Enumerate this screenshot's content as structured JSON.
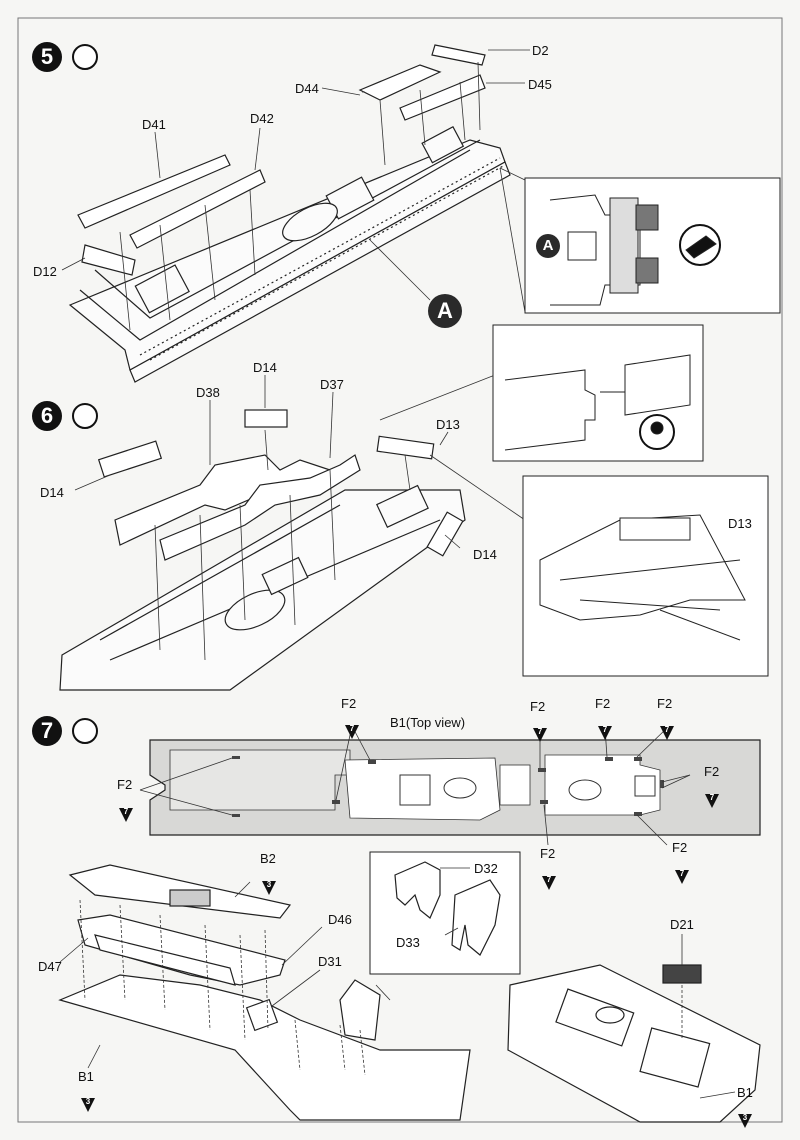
{
  "steps": [
    {
      "number": "5"
    },
    {
      "number": "6"
    },
    {
      "number": "7"
    }
  ],
  "labels": {
    "d2": "D2",
    "d44": "D44",
    "d45": "D45",
    "d41": "D41",
    "d42": "D42",
    "d12": "D12",
    "d14a": "D14",
    "d38": "D38",
    "d37": "D37",
    "d13a": "D13",
    "d14b": "D14",
    "d14c": "D14",
    "d13b": "D13",
    "b1_top_view": "B1(Top view)",
    "f2": "F2",
    "b2": "B2",
    "d46": "D46",
    "d47": "D47",
    "d31": "D31",
    "b1": "B1",
    "d32": "D32",
    "d33": "D33",
    "d21": "D21"
  },
  "callouts": {
    "a": "A"
  },
  "badges": {
    "f2_num": "7",
    "b2_num": "3",
    "b1_num": "3"
  }
}
